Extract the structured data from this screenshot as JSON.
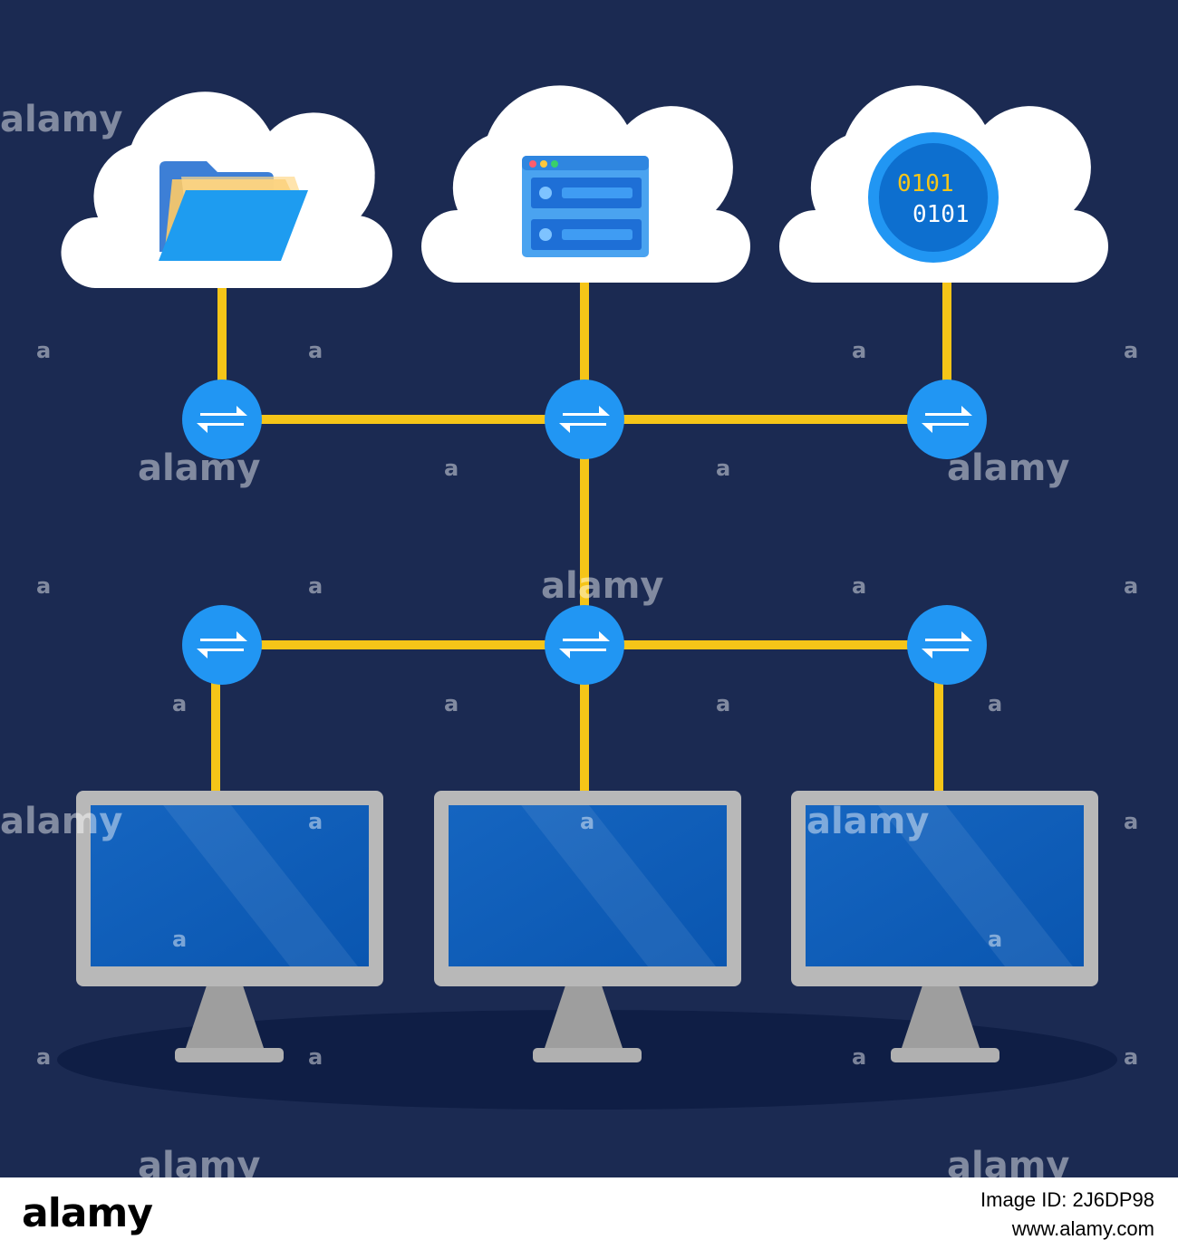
{
  "diagram": {
    "clouds": [
      {
        "id": "files-cloud",
        "icon": "folder-icon"
      },
      {
        "id": "server-cloud",
        "icon": "server-window-icon"
      },
      {
        "id": "data-cloud",
        "icon": "binary-data-icon",
        "binary_lines": [
          "0101",
          "0101"
        ]
      }
    ],
    "switches": {
      "icon": "exchange-arrows-icon",
      "count": 6
    },
    "monitors": {
      "icon": "monitor-icon",
      "count": 3
    },
    "colors": {
      "background": "#1b2a52",
      "connector": "#f5c518",
      "switch": "#2196f3",
      "cloud": "#ffffff",
      "monitor_frame": "#c0c0c0",
      "monitor_screen": "#0f5fb5",
      "binary_text": "#f5c518"
    }
  },
  "watermark": {
    "text": "alamy",
    "small": "a"
  },
  "footer": {
    "logo": "alamy",
    "image_id": "Image ID: 2J6DP98",
    "site": "www.alamy.com"
  }
}
